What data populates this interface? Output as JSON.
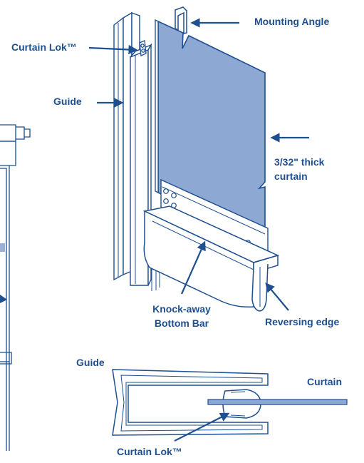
{
  "colors": {
    "line": "#1d4f91",
    "curtain_fill": "#8ea8d4",
    "label": "#1d4f91",
    "faint": "#9aaed6"
  },
  "labels": {
    "mounting_angle": "Mounting Angle",
    "curtain_lok_top": "Curtain Lok™",
    "guide_top": "Guide",
    "thickness_line1": "3/32\" thick",
    "thickness_line2": "curtain",
    "knock_away_line1": "Knock-away",
    "knock_away_line2": "Bottom Bar",
    "reversing_edge": "Reversing edge",
    "guide_bottom": "Guide",
    "curtain": "Curtain",
    "curtain_lok_bottom": "Curtain Lok™"
  }
}
